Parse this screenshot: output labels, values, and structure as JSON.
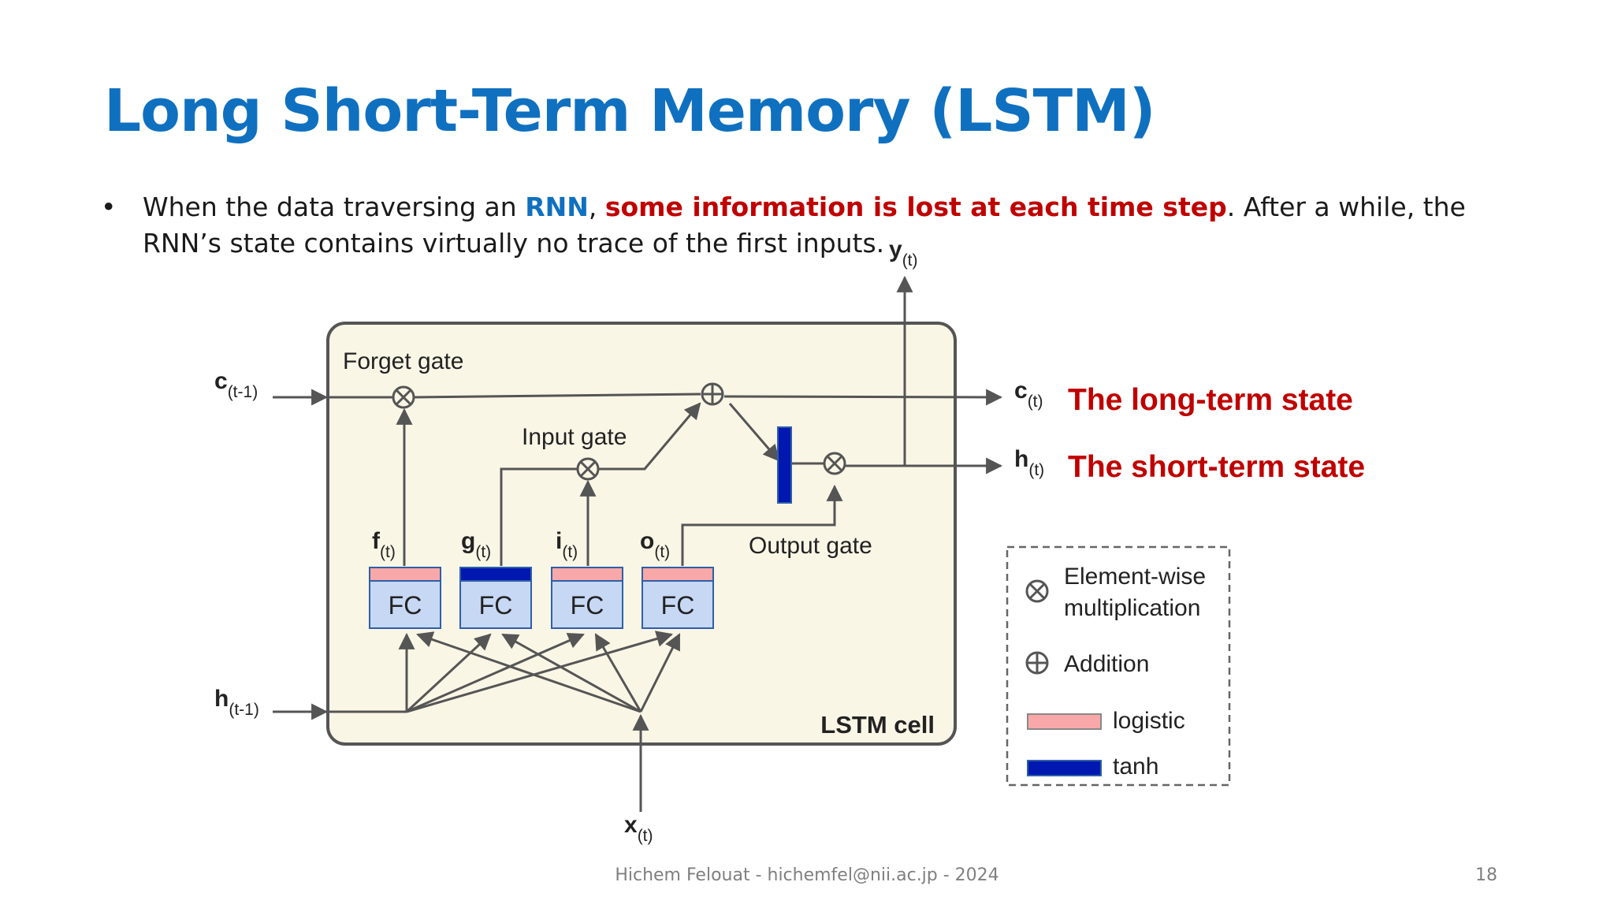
{
  "slide": {
    "title": "Long Short-Term Memory (LSTM)",
    "bullet": {
      "marker": "•",
      "part1": "When the data traversing an ",
      "part2": "RNN",
      "part3": ", ",
      "part4": "some information is lost at each time step",
      "part5": ". After a while, the RNN’s state contains virtually no trace of the first inputs."
    },
    "footer": "Hichem Felouat - hichemfel@nii.ac.jp - 2024",
    "page_number": "18"
  },
  "diagram": {
    "cell_label": "LSTM cell",
    "gates": {
      "forget": "Forget gate",
      "input": "Input gate",
      "output": "Output gate"
    },
    "fc_blocks": [
      {
        "label": "FC",
        "var": "f",
        "sub": "(t)",
        "activation": "logistic"
      },
      {
        "label": "FC",
        "var": "g",
        "sub": "(t)",
        "activation": "tanh"
      },
      {
        "label": "FC",
        "var": "i",
        "sub": "(t)",
        "activation": "logistic"
      },
      {
        "label": "FC",
        "var": "o",
        "sub": "(t)",
        "activation": "logistic"
      }
    ],
    "inputs": {
      "c_prev": {
        "var": "c",
        "sub": "(t-1)"
      },
      "h_prev": {
        "var": "h",
        "sub": "(t-1)"
      },
      "x": {
        "var": "x",
        "sub": "(t)"
      }
    },
    "outputs": {
      "y": {
        "var": "y",
        "sub": "(t)"
      },
      "c": {
        "var": "c",
        "sub": "(t)",
        "annotation": "The long-term state"
      },
      "h": {
        "var": "h",
        "sub": "(t)",
        "annotation": "The short-term state"
      }
    },
    "legend": {
      "multiply": {
        "symbol": "⊗",
        "line1": "Element-wise",
        "line2": "multiplication"
      },
      "add": {
        "symbol": "⊕",
        "label": "Addition"
      },
      "logistic": "logistic",
      "tanh": "tanh"
    },
    "colors": {
      "cell_bg": "#faf6e6",
      "logistic": "#f8a8a8",
      "tanh": "#0018b0",
      "fc_fill": "#c6d8f4",
      "fc_stroke": "#2f5fa8",
      "annotation": "#c00000",
      "arrow": "#555555"
    }
  }
}
